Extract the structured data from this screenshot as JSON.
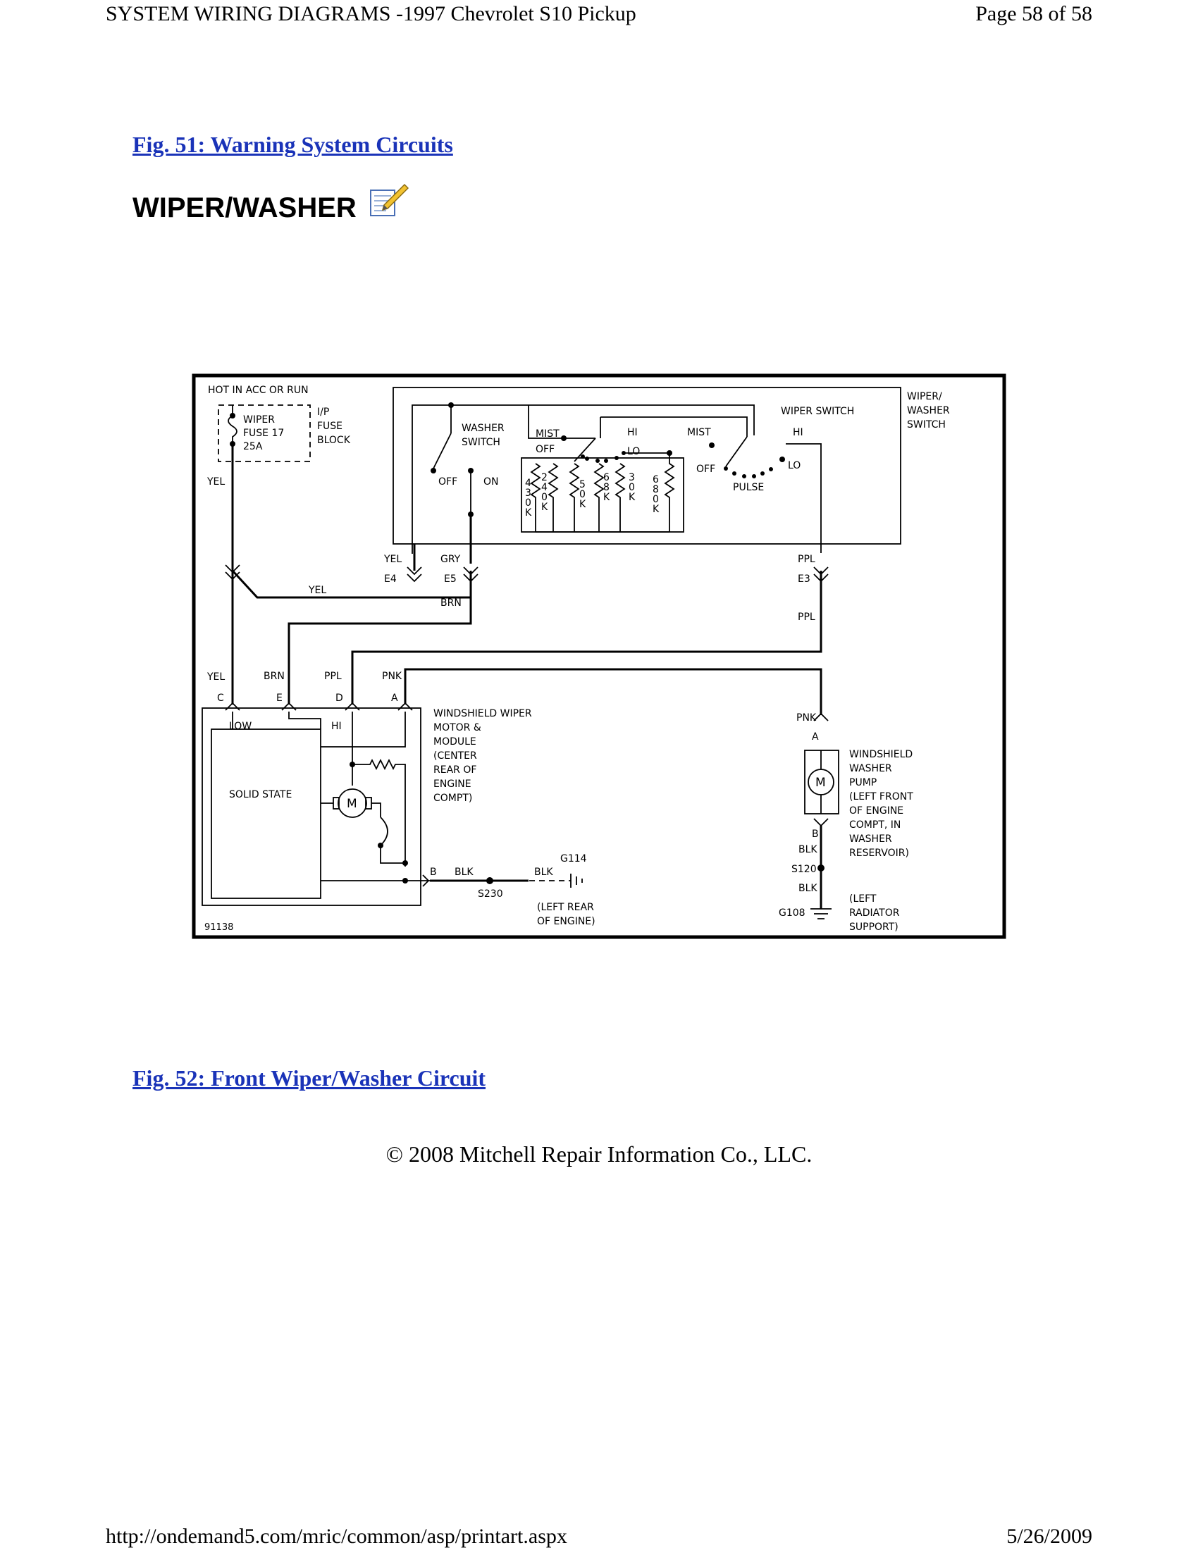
{
  "header": {
    "title": "SYSTEM WIRING DIAGRAMS -1997 Chevrolet S10 Pickup",
    "page": "Page 58 of 58"
  },
  "fig51_link": "Fig. 51: Warning System Circuits",
  "section_title": "WIPER/WASHER",
  "section_icon": "note-pencil-icon",
  "diagram": {
    "hot_label": "HOT IN ACC OR RUN",
    "fuse": [
      "WIPER",
      "FUSE 17",
      "25A"
    ],
    "fuse_block": [
      "I/P",
      "FUSE",
      "BLOCK"
    ],
    "switch_title": [
      "WIPER/",
      "WASHER",
      "SWITCH"
    ],
    "wiper_switch_label": "WIPER SWITCH",
    "washer_switch": [
      "WASHER",
      "SWITCH"
    ],
    "positions": {
      "mist_left": "MIST",
      "hi_left": "HI",
      "lo_left": "LO",
      "off_left": "OFF",
      "mist_right": "MIST",
      "hi_right": "HI",
      "lo_right": "LO",
      "off_right": "OFF",
      "pulse": "PULSE",
      "washer_off": "OFF",
      "washer_on": "ON"
    },
    "resistors": [
      [
        "4",
        "3",
        "0",
        "K"
      ],
      [
        "2",
        "4",
        "0",
        "K"
      ],
      [
        "5",
        "0",
        "K"
      ],
      [
        "6",
        "8",
        "K"
      ],
      [
        "3",
        "0",
        "K"
      ],
      [
        "6",
        "8",
        "0",
        "K"
      ]
    ],
    "wires": {
      "yel_fuse": "YEL",
      "yel_e4": "YEL",
      "yel_mid": "YEL",
      "yel_c": "YEL",
      "gry_e5": "GRY",
      "brn_e5": "BRN",
      "brn_e": "BRN",
      "ppl_e3_top": "PPL",
      "ppl_e3_bottom": "PPL",
      "ppl_d": "PPL",
      "pnk_a": "PNK",
      "pnk_pump": "PNK",
      "blk_b": "BLK",
      "blk_g114": "BLK",
      "blk_pump": "BLK",
      "blk_s120": "BLK"
    },
    "connectors": {
      "e4": "E4",
      "e5": "E5",
      "e3": "E3",
      "c": "C",
      "e": "E",
      "d": "D",
      "a": "A",
      "b": "B",
      "pump_a": "A",
      "pump_b": "B"
    },
    "motor_labels": {
      "low": "LOW",
      "hi": "HI",
      "solid_state": "SOLID STATE",
      "motor_symbol": "M"
    },
    "motor_module": [
      "WINDSHIELD WIPER",
      "MOTOR &",
      "MODULE",
      "(CENTER",
      "REAR OF",
      "ENGINE",
      "COMPT)"
    ],
    "pump": [
      "WINDSHIELD",
      "WASHER",
      "PUMP",
      "(LEFT FRONT",
      "OF ENGINE",
      "COMPT, IN",
      "WASHER",
      "RESERVOIR)"
    ],
    "pump_symbol": "M",
    "splices": {
      "s230": "S230",
      "s120": "S120"
    },
    "grounds": {
      "g114": "G114",
      "g114_loc": [
        "(LEFT REAR",
        "OF ENGINE)"
      ],
      "g108": "G108",
      "g108_loc": [
        "(LEFT",
        "RADIATOR",
        "SUPPORT)"
      ]
    },
    "diagram_id": "91138"
  },
  "fig52_link": "Fig. 52: Front Wiper/Washer Circuit",
  "copyright": "© 2008 Mitchell Repair Information Co., LLC.",
  "footer": {
    "url": "http://ondemand5.com/mric/common/asp/printart.aspx",
    "date": "5/26/2009"
  }
}
